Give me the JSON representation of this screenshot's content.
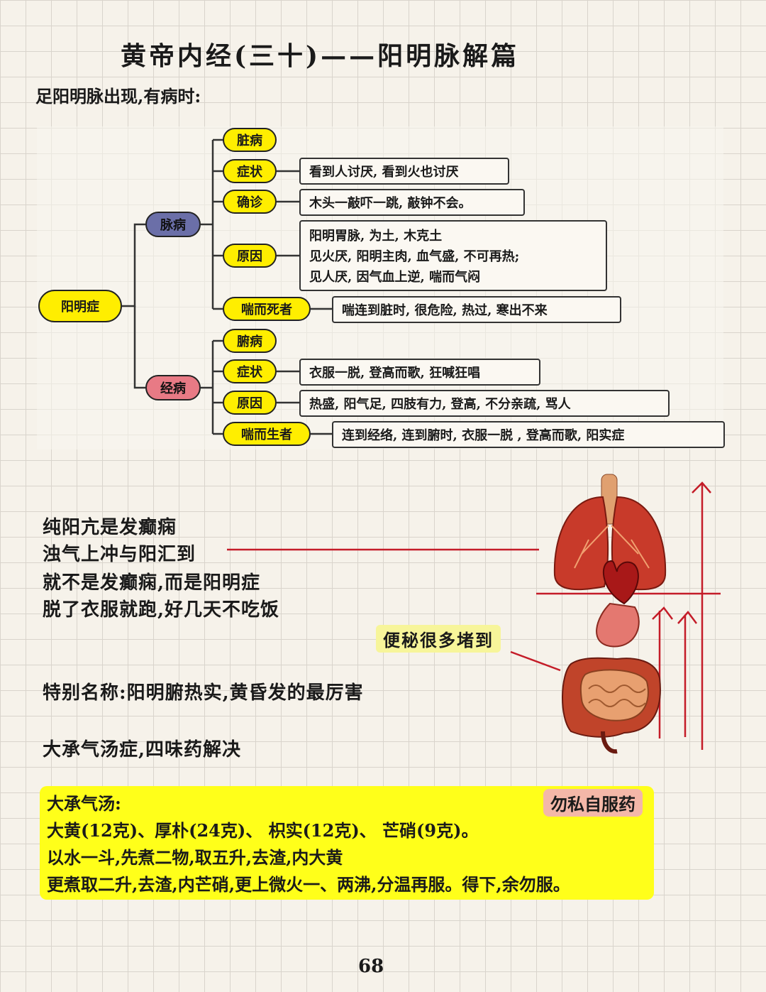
{
  "title": "黄帝内经(三十)——阳明脉解篇",
  "subtitle": "足阳明脉出现,有病时:",
  "mindmap": {
    "root": "阳明症",
    "branch1": {
      "label": "脉病",
      "color": "#6b6fa8",
      "children": [
        {
          "label": "脏病",
          "note": ""
        },
        {
          "label": "症状",
          "note": "看到人讨厌, 看到火也讨厌"
        },
        {
          "label": "确诊",
          "note": "木头一敲吓一跳, 敲钟不会。"
        },
        {
          "label": "原因",
          "note_lines": [
            "阳明胃脉, 为土, 木克土",
            "见火厌, 阳明主肉, 血气盛, 不可再热;",
            "见人厌, 因气血上逆, 喘而气闷"
          ]
        },
        {
          "label": "喘而死者",
          "note": "喘连到脏时, 很危险, 热过, 寒出不来"
        }
      ]
    },
    "branch2": {
      "label": "经病",
      "color": "#e87a85",
      "children": [
        {
          "label": "腑病",
          "note": ""
        },
        {
          "label": "症状",
          "note": "衣服一脱, 登高而歌, 狂喊狂唱"
        },
        {
          "label": "原因",
          "note": "热盛, 阳气足, 四肢有力, 登高, 不分亲疏, 骂人"
        },
        {
          "label": "喘而生者",
          "note": "连到经络, 连到腑时, 衣服一脱 , 登高而歌, 阳实症"
        }
      ]
    },
    "node_color": "#ffee00"
  },
  "poem": [
    "纯阳亢是发癫痫",
    "浊气上冲与阳汇到",
    "就不是发癫痫,而是阳明症",
    "脱了衣服就跑,好几天不吃饭"
  ],
  "constipation_note": "便秘很多堵到",
  "special_name": "特别名称:阳明腑热实,黄昏发的最厉害",
  "formula_line": "大承气汤症,四味药解决",
  "recipe": {
    "title": "大承气汤:",
    "warning": "勿私自服药",
    "lines": [
      "大黄(12克)、厚朴(24克)、 枳实(12克)、 芒硝(9克)。",
      "以水一斗,先煮二物,取五升,去渣,内大黄",
      "更煮取二升,去渣,内芒硝,更上微火一、两沸,分温再服。得下,余勿服。"
    ],
    "bg": "#ffff1a"
  },
  "page_number": "68",
  "accent_red": "#c41c28"
}
